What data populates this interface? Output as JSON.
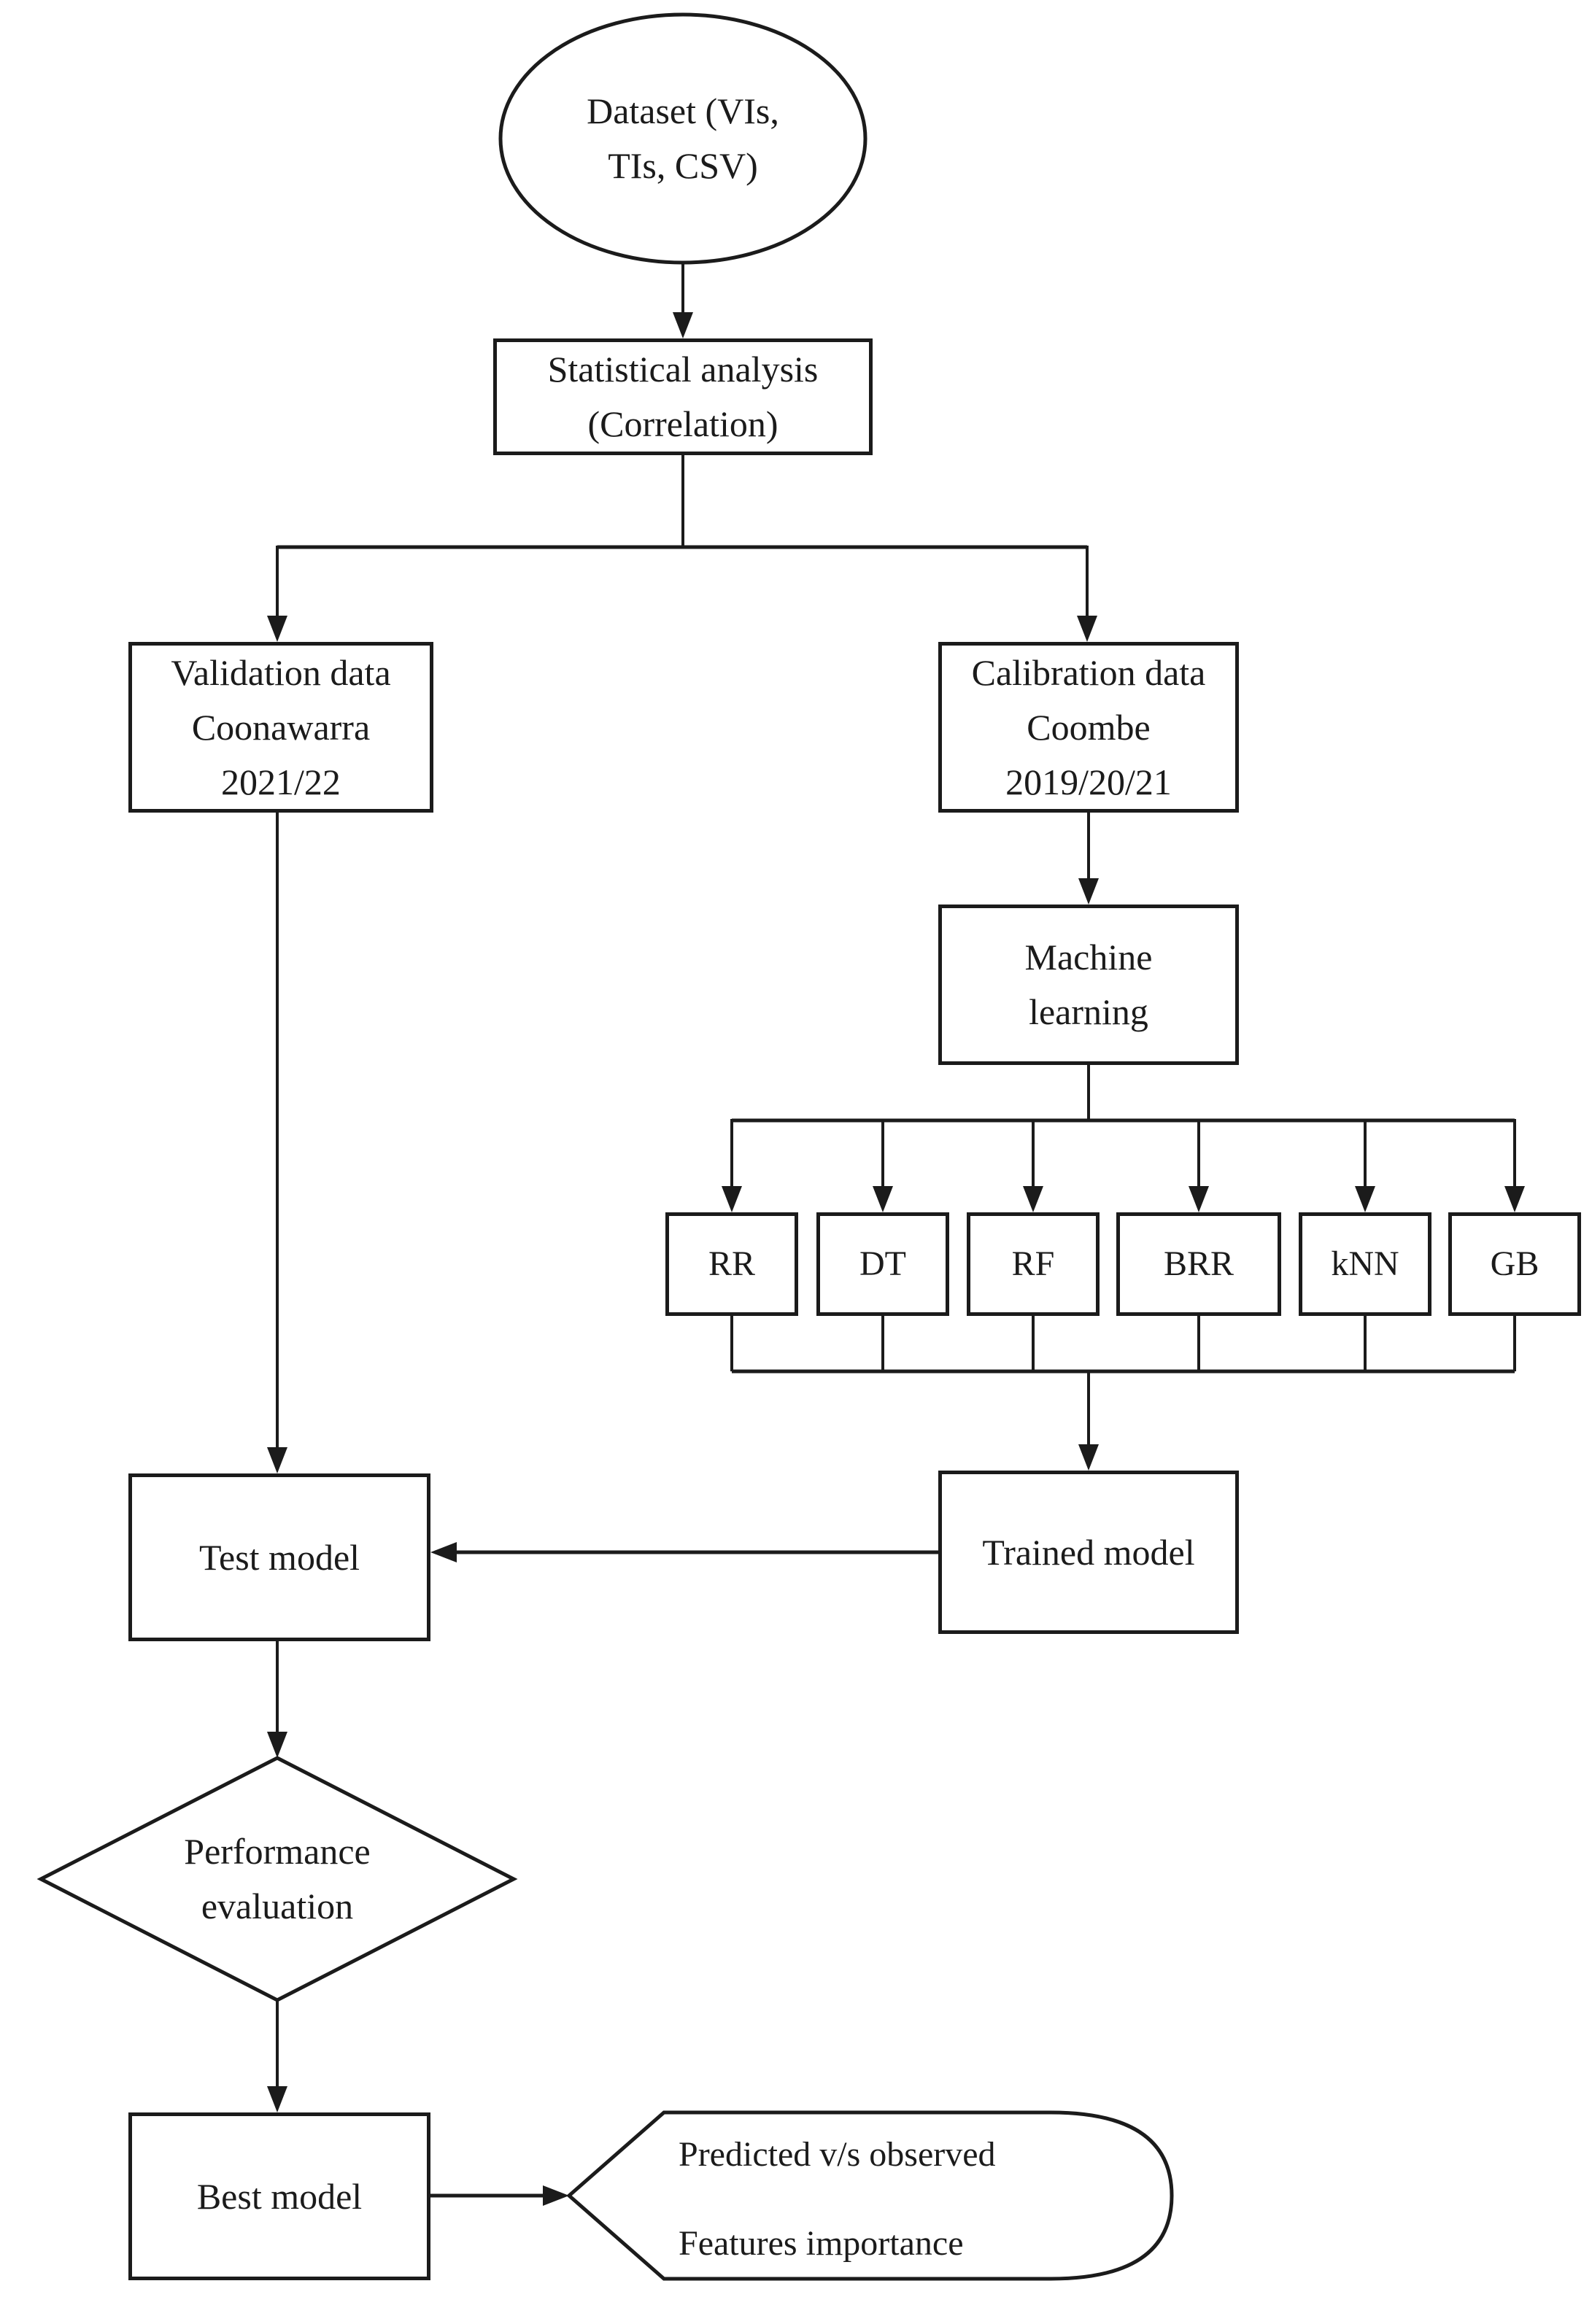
{
  "figure": {
    "type": "flowchart",
    "colors": {
      "stroke": "#1b1b1b",
      "background": "#ffffff",
      "text": "#1b1b1b"
    },
    "nodes": {
      "dataset": "Dataset (VIs,\nTIs, CSV)",
      "statistical_analysis": "Statistical analysis\n(Correlation)",
      "validation_data": "Validation data\nCoonawarra\n2021/22",
      "calibration_data": "Calibration data\nCoombe\n2019/20/21",
      "machine_learning": "Machine\nlearning",
      "ml_models": [
        "RR",
        "DT",
        "RF",
        "BRR",
        "kNN",
        "GB"
      ],
      "trained_model": "Trained model",
      "test_model": "Test model",
      "performance_evaluation": "Performance\nevaluation",
      "best_model": "Best model",
      "outputs": {
        "line1": "Predicted v/s observed",
        "line2": "Features importance"
      }
    }
  }
}
